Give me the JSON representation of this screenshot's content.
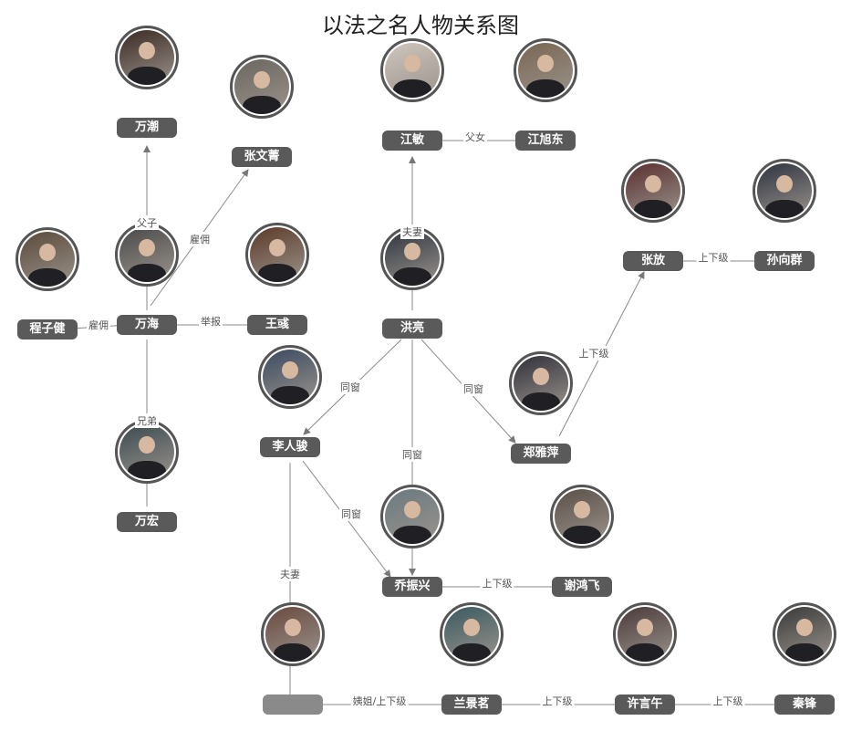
{
  "title": "以法之名人物关系图",
  "people": {
    "wanchao": "万潮",
    "zhangwenjing": "张文菁",
    "chengzijian": "程子健",
    "wanhai": "万海",
    "wangyu": "王彧",
    "wanhong": "万宏",
    "jiangmin": "江敏",
    "jiangxudong": "江旭东",
    "hongliang": "洪亮",
    "zhangfang": "张放",
    "sunxiangqun": "孙向群",
    "zhengyaping": "郑雅萍",
    "lirenjun": "李人骏",
    "qiaozhenxing": "乔振兴",
    "xiehongfei": "谢鸿飞",
    "unnamed": "",
    "lanjingming": "兰景茗",
    "xuyanwu": "许言午",
    "qinfeng": "秦锋"
  },
  "relations": {
    "father_son": "父子",
    "employ_1": "雇佣",
    "employ_2": "雇佣",
    "report": "举报",
    "brothers": "兄弟",
    "father_daughter": "父女",
    "spouse_hong_jiang": "夫妻",
    "superior_zhang_sun": "上下级",
    "superior_zheng_zhang": "上下级",
    "classmate_hong_li": "同窗",
    "classmate_hong_zheng": "同窗",
    "classmate_hong_qiao": "同窗",
    "classmate_li_qiao": "同窗",
    "spouse_li": "夫妻",
    "superior_qiao_xie": "上下级",
    "inlaw_superior": "姨姐/上下级",
    "superior_lan_xu": "上下级",
    "superior_xu_qin": "上下级"
  }
}
